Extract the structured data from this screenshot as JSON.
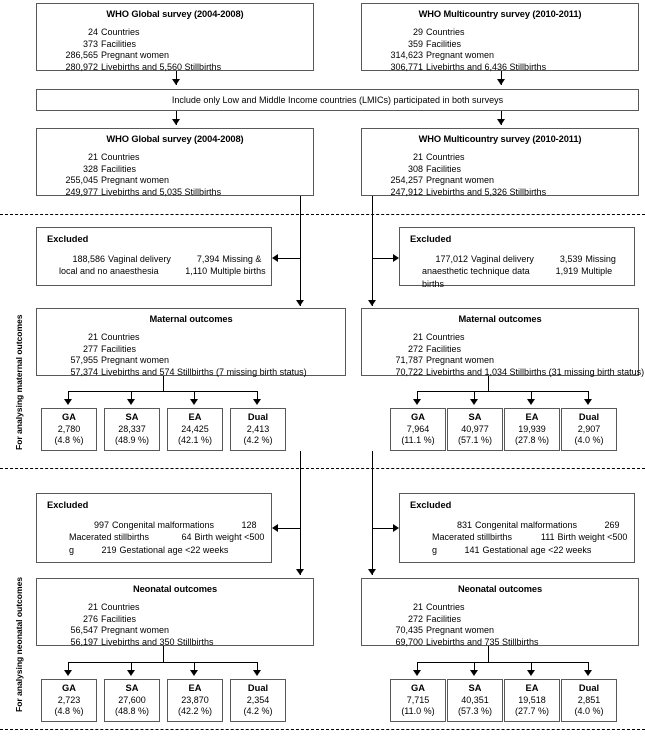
{
  "side_labels": {
    "maternal": "For analysing maternal outcomes",
    "neonatal": "For analysing neonatal outcomes"
  },
  "banner": {
    "text": "Include only Low and Middle Income countries (LMICs) participated in both surveys"
  },
  "columns": {
    "left": {
      "survey_top": {
        "title": "WHO Global survey (2004-2008)",
        "rows": [
          {
            "num": "24",
            "text": "Countries"
          },
          {
            "num": "373",
            "text": "Facilities"
          },
          {
            "num": "286,565",
            "text": "Pregnant women"
          },
          {
            "num": "280,972",
            "text": "Livebirths and 5,560 Stillbirths"
          }
        ]
      },
      "survey_lmic": {
        "title": "WHO Global survey (2004-2008)",
        "rows": [
          {
            "num": "21",
            "text": "Countries"
          },
          {
            "num": "328",
            "text": "Facilities"
          },
          {
            "num": "255,045",
            "text": "Pregnant women"
          },
          {
            "num": "249,977",
            "text": "Livebirths and 5,035 Stillbirths"
          }
        ]
      },
      "excluded_maternal": {
        "title": "Excluded",
        "rows": [
          {
            "num": "188,586",
            "text": "Vaginal delivery"
          },
          {
            "num": "7,394",
            "text": "Missing & local and no anaesthesia"
          },
          {
            "num": "1,110",
            "text": "Multiple births"
          }
        ]
      },
      "maternal_outcomes": {
        "title": "Maternal outcomes",
        "rows": [
          {
            "num": "21",
            "text": "Countries"
          },
          {
            "num": "277",
            "text": "Facilities"
          },
          {
            "num": "57,955",
            "text": "Pregnant women"
          },
          {
            "num": "57,374",
            "text": "Livebirths and 574 Stillbirths (7 missing birth status)"
          }
        ]
      },
      "maternal_leaves": [
        {
          "label": "GA",
          "value": "2,780",
          "percent": "(4.8 %)"
        },
        {
          "label": "SA",
          "value": "28,337",
          "percent": "(48.9 %)"
        },
        {
          "label": "EA",
          "value": "24,425",
          "percent": "(42.1 %)"
        },
        {
          "label": "Dual",
          "value": "2,413",
          "percent": "(4.2 %)"
        }
      ],
      "excluded_neonatal": {
        "title": "Excluded",
        "rows": [
          {
            "num": "997",
            "text": "Congenital malformations"
          },
          {
            "num": "128",
            "text": "Macerated stillbirths"
          },
          {
            "num": "64",
            "text": "Birth weight <500 g"
          },
          {
            "num": "219",
            "text": "Gestational age <22 weeks"
          }
        ]
      },
      "neonatal_outcomes": {
        "title": "Neonatal outcomes",
        "rows": [
          {
            "num": "21",
            "text": "Countries"
          },
          {
            "num": "276",
            "text": "Facilities"
          },
          {
            "num": "56,547",
            "text": "Pregnant women"
          },
          {
            "num": "56,197",
            "text": "Livebirths and 350 Stillbirths"
          }
        ]
      },
      "neonatal_leaves": [
        {
          "label": "GA",
          "value": "2,723",
          "percent": "(4.8 %)"
        },
        {
          "label": "SA",
          "value": "27,600",
          "percent": "(48.8 %)"
        },
        {
          "label": "EA",
          "value": "23,870",
          "percent": "(42.2 %)"
        },
        {
          "label": "Dual",
          "value": "2,354",
          "percent": "(4.2 %)"
        }
      ]
    },
    "right": {
      "survey_top": {
        "title": "WHO Multicountry survey (2010-2011)",
        "rows": [
          {
            "num": "29",
            "text": "Countries"
          },
          {
            "num": "359",
            "text": "Facilities"
          },
          {
            "num": "314,623",
            "text": "Pregnant women"
          },
          {
            "num": "306,771",
            "text": "Livebirths and 6,436 Stillbirths"
          }
        ]
      },
      "survey_lmic": {
        "title": "WHO Multicountry survey (2010-2011)",
        "rows": [
          {
            "num": "21",
            "text": "Countries"
          },
          {
            "num": "308",
            "text": "Facilities"
          },
          {
            "num": "254,257",
            "text": "Pregnant women"
          },
          {
            "num": "247,912",
            "text": "Livebirths and 5,326 Stillbirths"
          }
        ]
      },
      "excluded_maternal": {
        "title": "Excluded",
        "rows": [
          {
            "num": "177,012",
            "text": "Vaginal delivery"
          },
          {
            "num": "3,539",
            "text": "Missing anaesthetic technique data"
          },
          {
            "num": "1,919",
            "text": "Multiple births"
          }
        ]
      },
      "maternal_outcomes": {
        "title": "Maternal outcomes",
        "rows": [
          {
            "num": "21",
            "text": "Countries"
          },
          {
            "num": "272",
            "text": "Facilities"
          },
          {
            "num": "71,787",
            "text": "Pregnant women"
          },
          {
            "num": "70,722",
            "text": "Livebirths and 1,034 Stillbirths (31 missing birth status)"
          }
        ]
      },
      "maternal_leaves": [
        {
          "label": "GA",
          "value": "7,964",
          "percent": "(11.1 %)"
        },
        {
          "label": "SA",
          "value": "40,977",
          "percent": "(57.1 %)"
        },
        {
          "label": "EA",
          "value": "19,939",
          "percent": "(27.8 %)"
        },
        {
          "label": "Dual",
          "value": "2,907",
          "percent": "(4.0 %)"
        }
      ],
      "excluded_neonatal": {
        "title": "Excluded",
        "rows": [
          {
            "num": "831",
            "text": "Congenital malformations"
          },
          {
            "num": "269",
            "text": "Macerated stillbirths"
          },
          {
            "num": "111",
            "text": "Birth weight <500 g"
          },
          {
            "num": "141",
            "text": "Gestational age <22 weeks"
          }
        ]
      },
      "neonatal_outcomes": {
        "title": "Neonatal outcomes",
        "rows": [
          {
            "num": "21",
            "text": "Countries"
          },
          {
            "num": "272",
            "text": "Facilities"
          },
          {
            "num": "70,435",
            "text": "Pregnant women"
          },
          {
            "num": "69,700",
            "text": "Livebirths and 735 Stillbirths"
          }
        ]
      },
      "neonatal_leaves": [
        {
          "label": "GA",
          "value": "7,715",
          "percent": "(11.0 %)"
        },
        {
          "label": "SA",
          "value": "40,351",
          "percent": "(57.3 %)"
        },
        {
          "label": "EA",
          "value": "19,518",
          "percent": "(27.7 %)"
        },
        {
          "label": "Dual",
          "value": "2,851",
          "percent": "(4.0 %)"
        }
      ]
    }
  }
}
